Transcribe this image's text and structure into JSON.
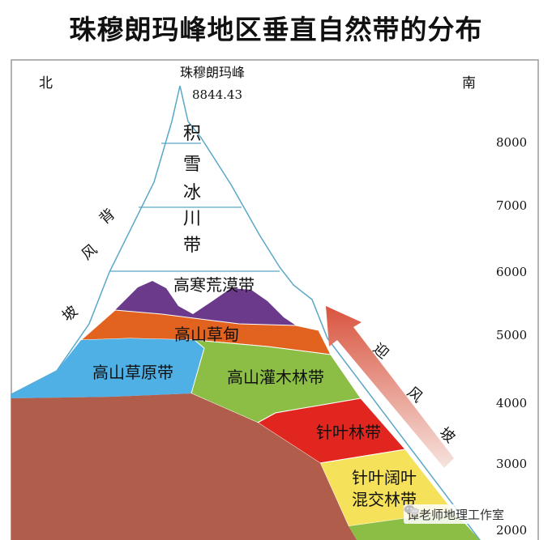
{
  "title": "珠穆朗玛峰地区垂直自然带的分布",
  "peak": {
    "name": "珠穆朗玛峰",
    "elevation": "8844.43"
  },
  "directions": {
    "north": "北",
    "south": "南"
  },
  "slopes": {
    "leeward": [
      "背",
      "风",
      "坡"
    ],
    "windward": [
      "迎",
      "风",
      "坡"
    ]
  },
  "elevation_ticks": [
    "8000",
    "7000",
    "6000",
    "5000",
    "4000",
    "3000",
    "2000"
  ],
  "zones": {
    "snow_ice": [
      "积",
      "雪",
      "冰",
      "川",
      "带"
    ],
    "cold_desert": "高寒荒漠带",
    "alpine_meadow": "高山草甸",
    "alpine_steppe": "高山草原带",
    "alpine_shrub": "高山灌木林带",
    "conifer": "针叶林带",
    "mixed_line1": "针叶阔叶",
    "mixed_line2": "混交林带"
  },
  "colors": {
    "snow": "#ffffff",
    "outline": "#5aa7c7",
    "cold_desert": "#6b3a8a",
    "meadow": "#e2631f",
    "steppe": "#4fb0e6",
    "shrub": "#8cbe45",
    "conifer": "#e1261f",
    "mixed": "#f5e25a",
    "ground": "#b15d4b",
    "arrow": "#e06b5a"
  },
  "watermark": "谭老师地理工作室"
}
